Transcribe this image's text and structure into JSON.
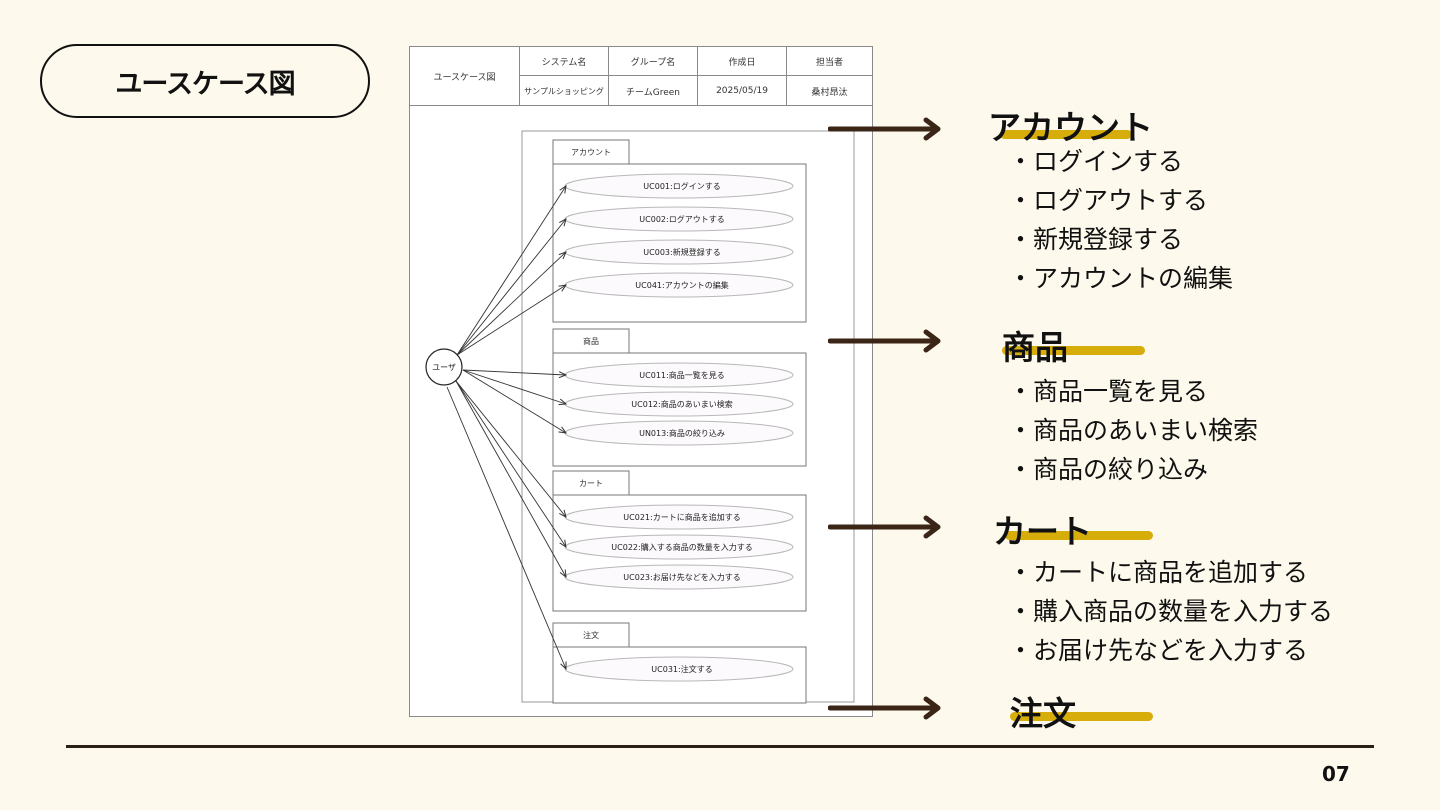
{
  "slide": {
    "title": "ユースケース図",
    "page_number": "07",
    "colors": {
      "background": "#fdf9ec",
      "arrow": "#3a2517",
      "highlight": "#d7ad0b",
      "rule": "#2c1f14"
    }
  },
  "doc_header": {
    "doc_type": "ユースケース図",
    "columns": [
      {
        "label": "システム名",
        "value": "サンプルショッピング"
      },
      {
        "label": "グループ名",
        "value": "チームGreen"
      },
      {
        "label": "作成日",
        "value": "2025/05/19"
      },
      {
        "label": "担当者",
        "value": "桑村昂汰"
      }
    ]
  },
  "diagram": {
    "actor": "ユーザ",
    "packages": [
      {
        "name": "アカウント",
        "use_cases": [
          "UC001:ログインする",
          "UC002:ログアウトする",
          "UC003:新規登録する",
          "UC041:アカウントの編集"
        ]
      },
      {
        "name": "商品",
        "use_cases": [
          "UC011:商品一覧を見る",
          "UC012:商品のあいまい検索",
          "UN013:商品の絞り込み"
        ]
      },
      {
        "name": "カート",
        "use_cases": [
          "UC021:カートに商品を追加する",
          "UC022:購入する商品の数量を入力する",
          "UC023:お届け先などを入力する"
        ]
      },
      {
        "name": "注文",
        "use_cases": [
          "UC031:注文する"
        ]
      }
    ]
  },
  "summary": [
    {
      "title": "アカウント",
      "items": [
        "ログインする",
        "ログアウトする",
        "新規登録する",
        "アカウントの編集"
      ]
    },
    {
      "title": "商品",
      "items": [
        "商品一覧を見る",
        "商品のあいまい検索",
        "商品の絞り込み"
      ]
    },
    {
      "title": "カート",
      "items": [
        "カートに商品を追加する",
        "購入商品の数量を入力する",
        "お届け先などを入力する"
      ]
    },
    {
      "title": "注文",
      "items": []
    }
  ]
}
